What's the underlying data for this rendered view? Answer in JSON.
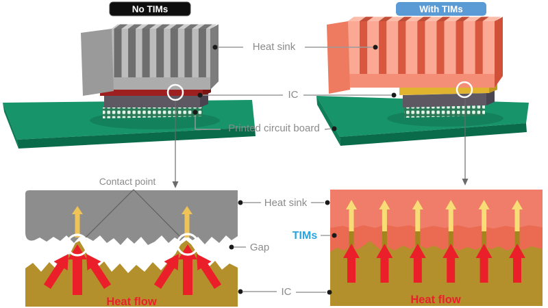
{
  "badges": {
    "no_tims": "No TIMs",
    "with_tims": "With TIMs"
  },
  "labels": {
    "heat_sink_top": "Heat sink",
    "ic_top": "IC",
    "pcb": "Printed circuit board",
    "contact_point": "Contact point",
    "heat_sink_detail": "Heat sink",
    "gap": "Gap",
    "tims": "TIMs",
    "ic_detail": "IC",
    "heat_flow_no_tims": "Heat flow",
    "heat_flow_with_tims": "Heat flow"
  },
  "colors": {
    "badge_no_tims_bg": "#0e0e0e",
    "badge_with_tims_bg": "#5b9bd5",
    "badge_text": "#ffffff",
    "label_text": "#8a8a8a",
    "tims_label": "#29a4de",
    "heat_flow_text": "#e8222b",
    "pcb_green": "#179469",
    "heat_sink_gray": "#8d8d8d",
    "ic_gold": "#b3902c",
    "tim_yellow": "#e0b42f",
    "heat_sink_salmon": "#f07d6a",
    "tim_salmon": "#eb6a52",
    "red_arrow": "#eb1f2a",
    "yellow_arrow_left": "#efc358",
    "yellow_arrow_right": "#f8dc76"
  }
}
